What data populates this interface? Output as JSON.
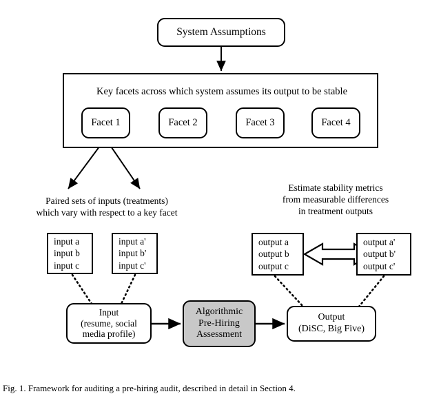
{
  "figure": {
    "caption": "Fig. 1. Framework for auditing a pre-hiring audit, described in detail in Section 4."
  },
  "nodes": {
    "system_assumptions": {
      "label": "System Assumptions"
    },
    "key_facets_panel": {
      "title": "Key facets across which system assumes its output to be stable"
    },
    "facets": [
      {
        "label": "Facet 1"
      },
      {
        "label": "Facet 2"
      },
      {
        "label": "Facet 3"
      },
      {
        "label": "Facet 4"
      }
    ],
    "input_node": {
      "line1": "Input",
      "line2": "(resume, social",
      "line3": "media profile)"
    },
    "assessment_node": {
      "line1": "Algorithmic",
      "line2": "Pre-Hiring",
      "line3": "Assessment",
      "fill": "#c8c8c8"
    },
    "output_node": {
      "line1": "Output",
      "line2": "(DiSC, Big Five)"
    },
    "input_set_a": {
      "line1": "input a",
      "line2": "input b",
      "line3": "input c"
    },
    "input_set_b": {
      "line1": "input a'",
      "line2": "input b'",
      "line3": "input c'"
    },
    "output_set_a": {
      "line1": "output a",
      "line2": "output b",
      "line3": "output c"
    },
    "output_set_b": {
      "line1": "output a'",
      "line2": "output b'",
      "line3": "output c'"
    }
  },
  "annotations": {
    "paired_sets": {
      "line1": "Paired sets of inputs (treatments)",
      "line2": "which vary with respect to a key facet"
    },
    "estimate_stability": {
      "line1": "Estimate stability metrics",
      "line2": "from measurable differences",
      "line3": "in treatment outputs"
    }
  },
  "colors": {
    "stroke": "#000000",
    "background": "#ffffff",
    "assessment_fill": "#c8c8c8"
  }
}
